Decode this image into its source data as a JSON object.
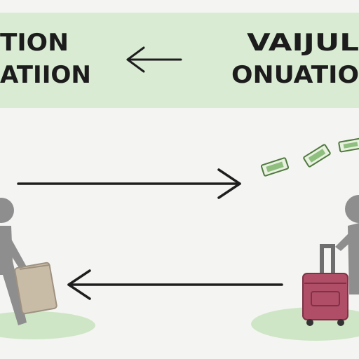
{
  "banner": {
    "left_line1": "TION",
    "left_line2": "ATIION",
    "right_line1": "VAIJUL",
    "right_line2": "ONUATIO"
  },
  "colors": {
    "banner": "#d9ebd3",
    "ground": "#cfe6c6",
    "figure": "#8e8e8e",
    "box": "#c9bca7",
    "suitcase": "#b04e67",
    "money": "#8fbf7e",
    "arrow": "#1e1e1e"
  },
  "icons": {
    "left_figure": "person-carrying-box-icon",
    "right_figure": "person-with-suitcase-icon",
    "money": "banknotes-icon"
  }
}
